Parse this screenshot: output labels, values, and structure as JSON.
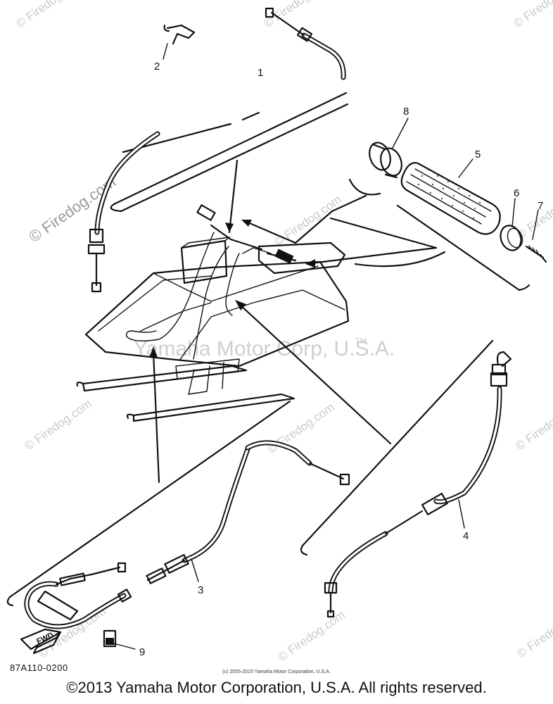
{
  "watermarks": {
    "site": "© Firedog.com",
    "center": "Yamaha Motor Corp, U.S.A.",
    "tm": "TM"
  },
  "callouts": [
    "1",
    "2",
    "3",
    "4",
    "5",
    "6",
    "7",
    "8",
    "9"
  ],
  "fwd_label": "FWD",
  "diagram_code": "87A110-0200",
  "small_copyright": "(c) 2005-2015 Yamaha Motor Corporation, U.S.A.",
  "footer_copyright": "©2013 Yamaha Motor Corporation, U.S.A. All rights reserved."
}
